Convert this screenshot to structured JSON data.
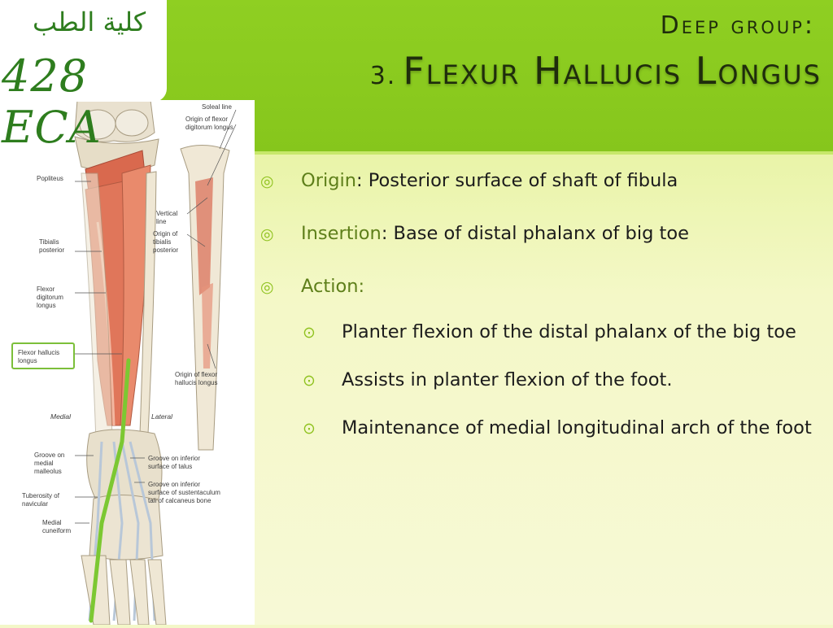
{
  "header": {
    "subtitle": "Deep group:",
    "number": "3.",
    "title": "Flexur Hallucis Longus"
  },
  "logo": {
    "arabic": "كلية الطب",
    "code": "428 ECA"
  },
  "figure": {
    "labels": {
      "soleal_line": "Soleal line",
      "origin_fdl": "Origin of flexor\ndigitorum longus",
      "popliteus": "Popliteus",
      "vertical_line": "Vertical\nline",
      "origin_tp": "Origin of\ntibialis\nposterior",
      "tibialis_posterior": "Tibialis\nposterior",
      "fdl": "Flexor\ndigitorum\nlongus",
      "fhl_highlight": "Flexor hallucis\nlongus",
      "origin_fhl": "Origin of flexor\nhallucis longus",
      "medial": "Medial",
      "lateral": "Lateral",
      "groove_medial_malleolus": "Groove on\nmedial\nmalleolus",
      "groove_talus": "Groove on inferior\nsurface of talus",
      "tuberosity_navicular": "Tuberosity of\nnavicular",
      "groove_sustentaculum": "Groove on inferior\nsurface of sustentaculum\ntali of calcaneus bone",
      "medial_cuneiform": "Medial\ncuneiform"
    }
  },
  "content": {
    "origin_term": "Origin",
    "origin_text": ": Posterior surface of shaft of fibula",
    "insertion_term": "Insertion",
    "insertion_text": ": Base of distal phalanx of big toe",
    "action_term": "Action:",
    "actions": [
      "Planter flexion of the distal phalanx of the big toe",
      "Assists in planter flexion of the foot.",
      "Maintenance of medial longitudinal arch of the foot"
    ]
  },
  "colors": {
    "header_green": "#8fcf22",
    "term_green": "#5e7f1a",
    "bullet_green": "#8fc21f",
    "logo_green": "#2e7d1e"
  },
  "icons": {
    "bullet": "double-circle-bullet",
    "sub_bullet": "circled-dot-bullet"
  }
}
